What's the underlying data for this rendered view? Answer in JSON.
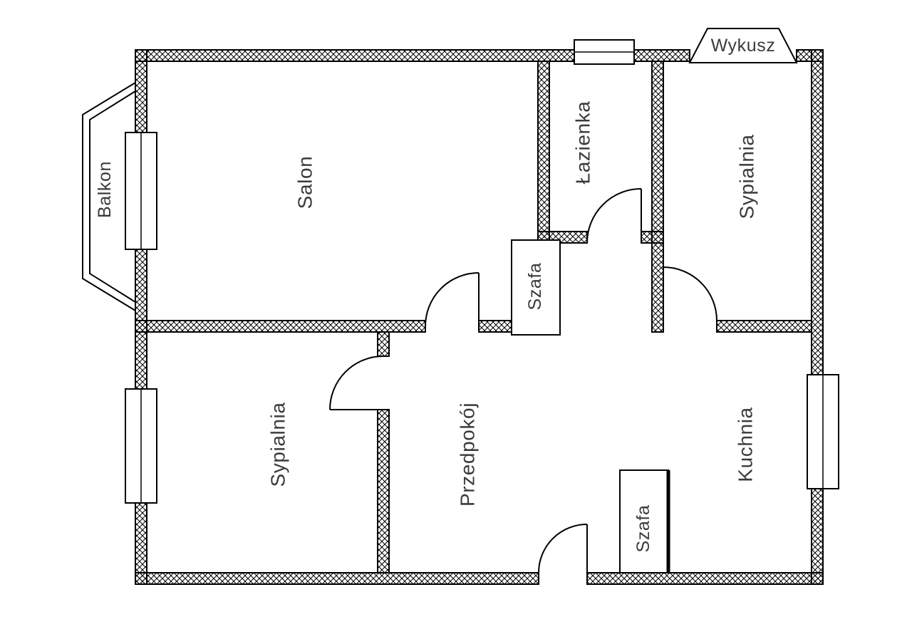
{
  "plan": {
    "background": "#ffffff",
    "wall_color": "#000000",
    "text_color": "#3b3b3b",
    "rooms": {
      "salon": "Salon",
      "lazienka": "Łazienka",
      "sypialnia_top": "Sypialnia",
      "sypialnia_bottom": "Sypialnia",
      "kuchnia": "Kuchnia",
      "przedpokoj": "Przedpokój",
      "szafa_hall": "Szafa",
      "szafa_kitchen": "Szafa",
      "balkon": "Balkon",
      "wykusz": "Wykusz"
    }
  }
}
